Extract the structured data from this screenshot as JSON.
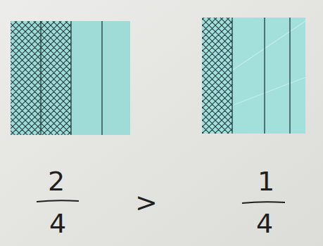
{
  "diagram": {
    "labels": [
      "2",
      "4",
      ">",
      "1",
      "4"
    ]
  }
}
